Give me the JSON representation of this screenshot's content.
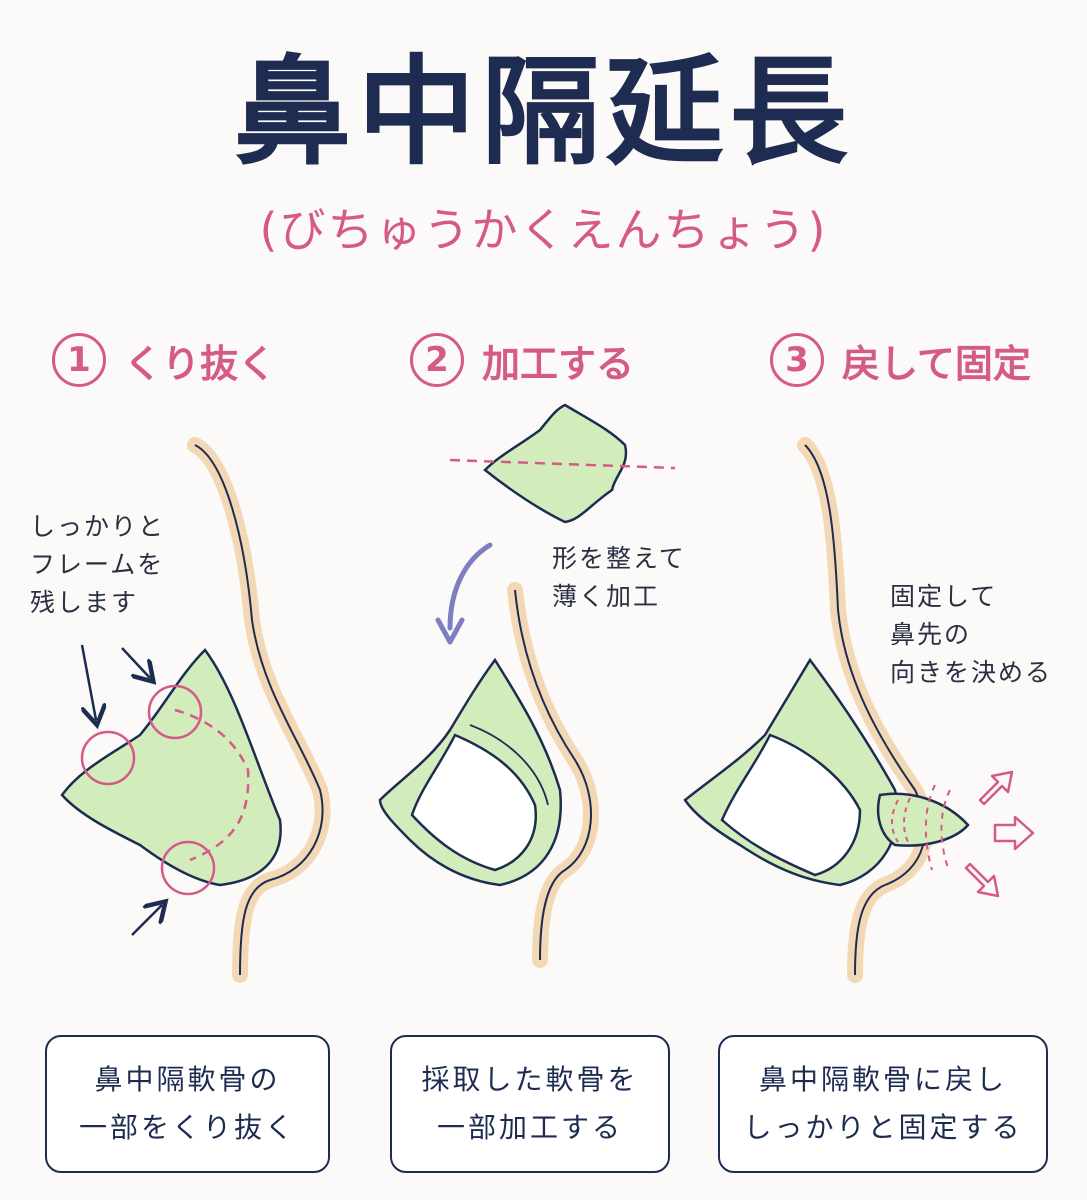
{
  "title": "鼻中隔延長",
  "subtitle": "(びちゅうかくえんちょう)",
  "colors": {
    "title": "#1e2c52",
    "accent_pink": "#d55a86",
    "cartilage_green": "#d3ecbc",
    "skin_beige": "#f3d8b6",
    "arrow_blue": "#7d7fc0"
  },
  "steps": [
    {
      "number": "1",
      "label": "くり抜く",
      "note": "しっかりと\nフレームを\n残します",
      "caption_line1": "鼻中隔軟骨の",
      "caption_line2": "一部をくり抜く"
    },
    {
      "number": "2",
      "label": "加工する",
      "note": "形を整えて\n薄く加工",
      "caption_line1": "採取した軟骨を",
      "caption_line2": "一部加工する"
    },
    {
      "number": "3",
      "label": "戻して固定",
      "note": "固定して\n鼻先の\n向きを決める",
      "caption_line1": "鼻中隔軟骨に戻し",
      "caption_line2": "しっかりと固定する"
    }
  ]
}
